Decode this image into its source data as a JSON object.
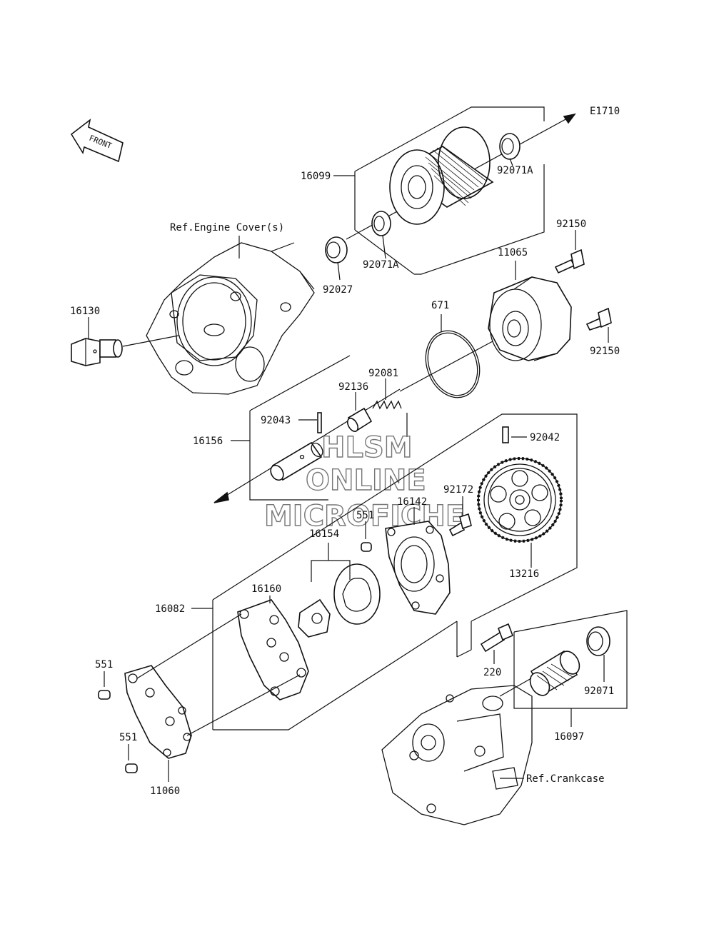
{
  "diagram_code": "E1710",
  "front_arrow_label": "FRONT",
  "watermark": {
    "line1": "HLSM",
    "line2": "ONLINE",
    "line3": "MICROFICHE"
  },
  "references": {
    "engine_cover": "Ref.Engine Cover(s)",
    "crankcase": "Ref.Crankcase"
  },
  "part_labels": {
    "p16099": "16099",
    "p92071A_top": "92071A",
    "p92071A_mid": "92071A",
    "p92027": "92027",
    "p92150_top": "92150",
    "p11065": "11065",
    "p671": "671",
    "p92150_bot": "92150",
    "p16130": "16130",
    "p92081": "92081",
    "p92136": "92136",
    "p92043": "92043",
    "p16156": "16156",
    "p92042": "92042",
    "p92172": "92172",
    "p16142": "16142",
    "p551_a": "551",
    "p16154": "16154",
    "p13216": "13216",
    "p16160": "16160",
    "p16082": "16082",
    "p220": "220",
    "p92071": "92071",
    "p551_b": "551",
    "p551_c": "551",
    "p16097": "16097",
    "p11060": "11060"
  }
}
